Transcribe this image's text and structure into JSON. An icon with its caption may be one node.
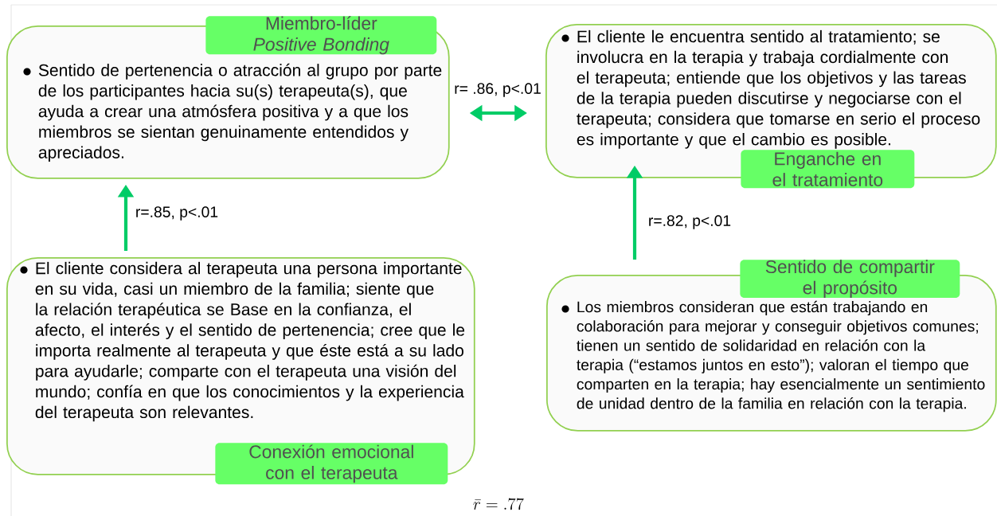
{
  "diagram": {
    "nodes": [
      {
        "text": [
          "Miembro-líder *Positive Bonding*",
          "Sentido de pertenencia o atracción al grupo por parte de los participantes hacia su(s) terapeuta(s), que ayuda a crear una atmósfera positiva y a que los miembros se sientan genuinamente entendidos y apreciados."
        ]
      },
      {
        "text": [
          "El cliente le encuentra sentido al tratamiento; se involucra en la terapia y trabaja cordialmente con el terapeuta; entiende que los objetivos y las tareas de la terapia pueden discutirse y negociarse con el terapeuta; considera que tomarse en serio el proceso es importante y que el cambio es posible.",
          "Enganche en el tratamiento"
        ]
      },
      {
        "text": [
          "El cliente considera al terapeuta una persona importante en su vida, casi un miembro de la familia; siente que la relación terapéutica se Base en la confianza, el afecto, el interés y el sentido de pertenencia; cree que le importa realmente al terapeuta y que éste está a su lado para ayudarle; comparte con el terapeuta una visión del mundo; confía en que los conocimientos y la experiencia del terapeuta son relevantes.",
          "Conexión emocional con el terapeuta"
        ]
      },
      {
        "text": [
          "Sentido de compartir el propósito",
          "Los miembros consideran que están trabajando en colaboración para mejorar y conseguir objetivos comunes; tienen un sentido de solidaridad en relación con la terapia (“estamos juntos en esto”); valoran el tiempo que comparten en la terapia; hay esencialmente un sentimiento de unidad dentro de la familia en relación con la terapia."
        ]
      }
    ],
    "edges": [
      {
        "from": 0,
        "to": 1,
        "arrow": "both",
        "label": "r= .86, p<.01"
      },
      {
        "from": 2,
        "to": 0,
        "arrow": "to",
        "label": "r=.85, p<.01"
      },
      {
        "from": 3,
        "to": 1,
        "arrow": "to",
        "label": "r=.82, p<.01"
      }
    ],
    "labels": [
      "\\bar{r} = .77"
    ]
  }
}
